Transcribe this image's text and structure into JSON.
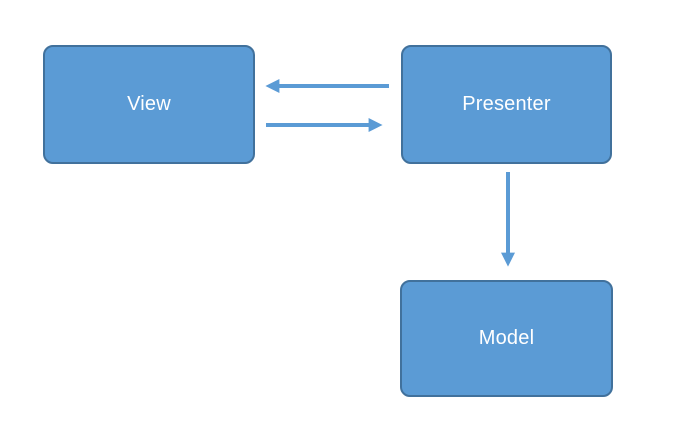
{
  "diagram": {
    "nodes": [
      {
        "id": "view",
        "label": "View"
      },
      {
        "id": "presenter",
        "label": "Presenter"
      },
      {
        "id": "model",
        "label": "Model"
      }
    ],
    "edges": [
      {
        "from": "presenter",
        "to": "view",
        "direction": "left"
      },
      {
        "from": "view",
        "to": "presenter",
        "direction": "right"
      },
      {
        "from": "presenter",
        "to": "model",
        "direction": "down"
      }
    ],
    "colors": {
      "node_fill": "#5B9BD5",
      "node_border": "#41719C",
      "node_text": "#FFFFFF",
      "arrow": "#5B9BD5",
      "background": "#FFFFFF"
    }
  }
}
